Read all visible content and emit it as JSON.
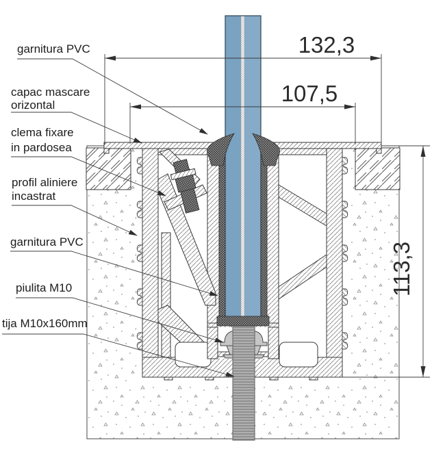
{
  "diagram": {
    "callouts": {
      "garnitura_pvc_top": "garnitura PVC",
      "capac_mascare_1": "capac mascare",
      "capac_mascare_2": "orizontal",
      "clema_1": "clema fixare",
      "clema_2": "in pardosea",
      "profil_1": "profil aliniere",
      "profil_2": "incastrat",
      "garnitura_pvc_mid": "garnitura PVC",
      "piulita": "piulita M10",
      "tija": "tija M10x160mm"
    },
    "dimensions": {
      "overall_width": "132,3",
      "inner_width": "107,5",
      "embed_height": "113,3"
    },
    "colors": {
      "glass_pane_left": "#7aa2c1",
      "glass_pane_right": "#85abc8",
      "rod_gray": "#b0b0b0",
      "nut_gray": "#c6c6c6",
      "line": "#3a3a3a"
    }
  }
}
